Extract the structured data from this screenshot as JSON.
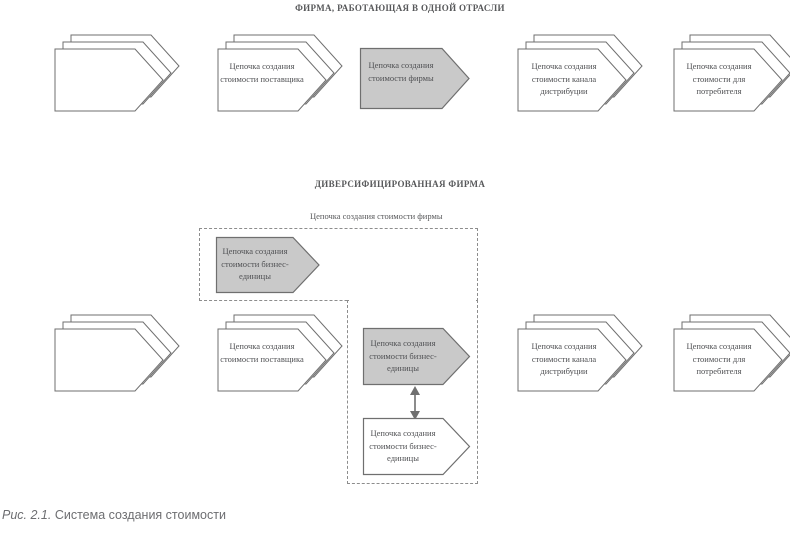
{
  "figure": {
    "caption_number": "Рис. 2.1.",
    "caption_text": "Система создания стоимости"
  },
  "sections": {
    "top": {
      "title": "ФИРМА, РАБОТАЮЩАЯ В ОДНОЙ ОТРАСЛИ"
    },
    "bottom": {
      "title": "ДИВЕРСИФИЦИРОВАННАЯ ФИРМА"
    }
  },
  "colors": {
    "highlight_fill": "#c9c9c9",
    "highlight_stroke": "#6f6f6f",
    "plain_fill": "#ffffff",
    "plain_stroke": "#6f6f6f",
    "dashed_stroke": "#8d8d8d",
    "text": "#4f5053",
    "title_text": "#58595b",
    "caption_text": "#6d6e71"
  },
  "top_row": [
    {
      "id": "supplier-blank",
      "label": "",
      "stack": 2,
      "highlighted": false
    },
    {
      "id": "supplier",
      "label": "Цепочка создания стоимости поставщика",
      "stack": 3,
      "highlighted": false
    },
    {
      "id": "firm",
      "label": "Цепочка создания стоимости фирмы",
      "stack": 1,
      "highlighted": true
    },
    {
      "id": "distribution",
      "label": "Цепочка создания стоимости канала дистрибуции",
      "stack": 3,
      "highlighted": false
    },
    {
      "id": "consumer",
      "label": "Цепочка создания стоимости для потребителя",
      "stack": 3,
      "highlighted": false
    }
  ],
  "bottom_row": [
    {
      "id": "supplier-blank-2",
      "label": "",
      "stack": 2,
      "highlighted": false
    },
    {
      "id": "supplier-2",
      "label": "Цепочка создания стоимости поставщика",
      "stack": 3,
      "highlighted": false
    },
    {
      "id": "business-unit-1",
      "label": "Цепочка создания стоимости бизнес-единицы",
      "stack": 1,
      "highlighted": true
    },
    {
      "id": "distribution-2",
      "label": "Цепочка создания стоимости канала дистрибуции",
      "stack": 3,
      "highlighted": false
    },
    {
      "id": "consumer-2",
      "label": "Цепочка создания стоимости для потребителя",
      "stack": 3,
      "highlighted": false
    }
  ],
  "firm_group": {
    "label": "Цепочка создания стоимости фирмы",
    "upper_unit": {
      "id": "business-unit-upper",
      "label": "Цепочка создания стоимости бизнес-единицы",
      "highlighted": true
    },
    "lower_unit": {
      "id": "business-unit-lower",
      "label": "Цепочка создания стоимости бизнес-единицы",
      "highlighted": false
    },
    "connector": "double-headed-vertical-arrow"
  }
}
